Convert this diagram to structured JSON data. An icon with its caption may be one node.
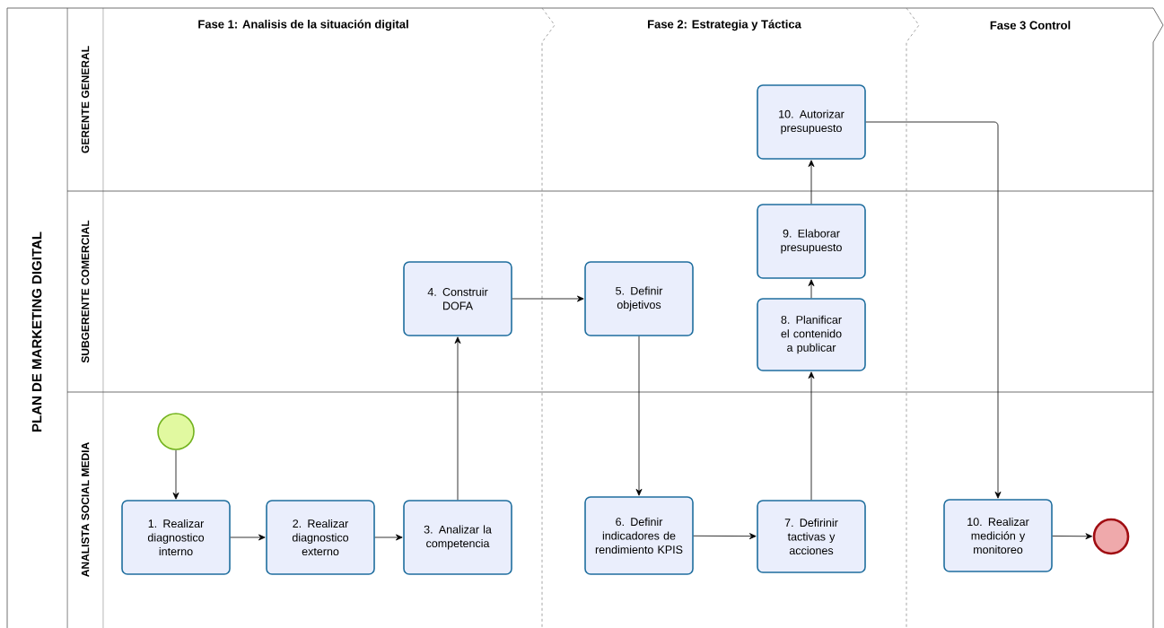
{
  "diagram": {
    "nodes": [
      {
        "text": [
          "PLAN DE MARKETING DIGITAL"
        ]
      },
      {
        "text": [
          "Fase 1: Analisis de la situación digital"
        ]
      },
      {
        "text": [
          "Fase 2: Estrategia y Táctica"
        ]
      },
      {
        "text": [
          "Fase 3 Control"
        ]
      },
      {
        "text": [
          "GERENTE GENERAL"
        ]
      },
      {
        "text": [
          "SUBGERENTE COMERCIAL"
        ]
      },
      {
        "text": [
          "ANALISTA SOCIAL MEDIA"
        ]
      },
      {
        "text": [
          "10. Autorizar presupuesto"
        ]
      },
      {
        "text": [
          "9. Elaborar presupuesto"
        ]
      },
      {
        "text": [
          "4. Construir DOFA"
        ]
      },
      {
        "text": [
          "5. Definir objetivos"
        ]
      },
      {
        "text": [
          "8. Planificar el contenido a publicar"
        ]
      },
      {
        "text": [],
        "shape": "circle"
      },
      {
        "text": [
          "1. Realizar diagnostico interno"
        ]
      },
      {
        "text": [
          "2. Realizar diagnostico externo"
        ]
      },
      {
        "text": [
          "3. Analizar la competencia"
        ]
      },
      {
        "text": [
          "6. Definir indicadores de rendimiento KPIS"
        ]
      },
      {
        "text": [
          "7. Defirinir tactivas y acciones"
        ]
      },
      {
        "text": [
          "10. Realizar medición y monitoreo"
        ]
      },
      {
        "text": [],
        "shape": "circle"
      }
    ],
    "edges": [
      {
        "from": 12,
        "to": 13,
        "arrow": "to"
      },
      {
        "from": 13,
        "to": 14,
        "arrow": "to"
      },
      {
        "from": 14,
        "to": 15,
        "arrow": "to"
      },
      {
        "from": 15,
        "to": 9,
        "arrow": "to"
      },
      {
        "from": 9,
        "to": 10,
        "arrow": "to"
      },
      {
        "from": 10,
        "to": 16,
        "arrow": "to"
      },
      {
        "from": 16,
        "to": 17,
        "arrow": "to"
      },
      {
        "from": 17,
        "to": 11,
        "arrow": "to"
      },
      {
        "from": 11,
        "to": 8,
        "arrow": "to"
      },
      {
        "from": 8,
        "to": 7,
        "arrow": "to"
      },
      {
        "from": 7,
        "to": 18,
        "arrow": "to"
      },
      {
        "from": 18,
        "to": 19,
        "arrow": "to"
      }
    ]
  }
}
